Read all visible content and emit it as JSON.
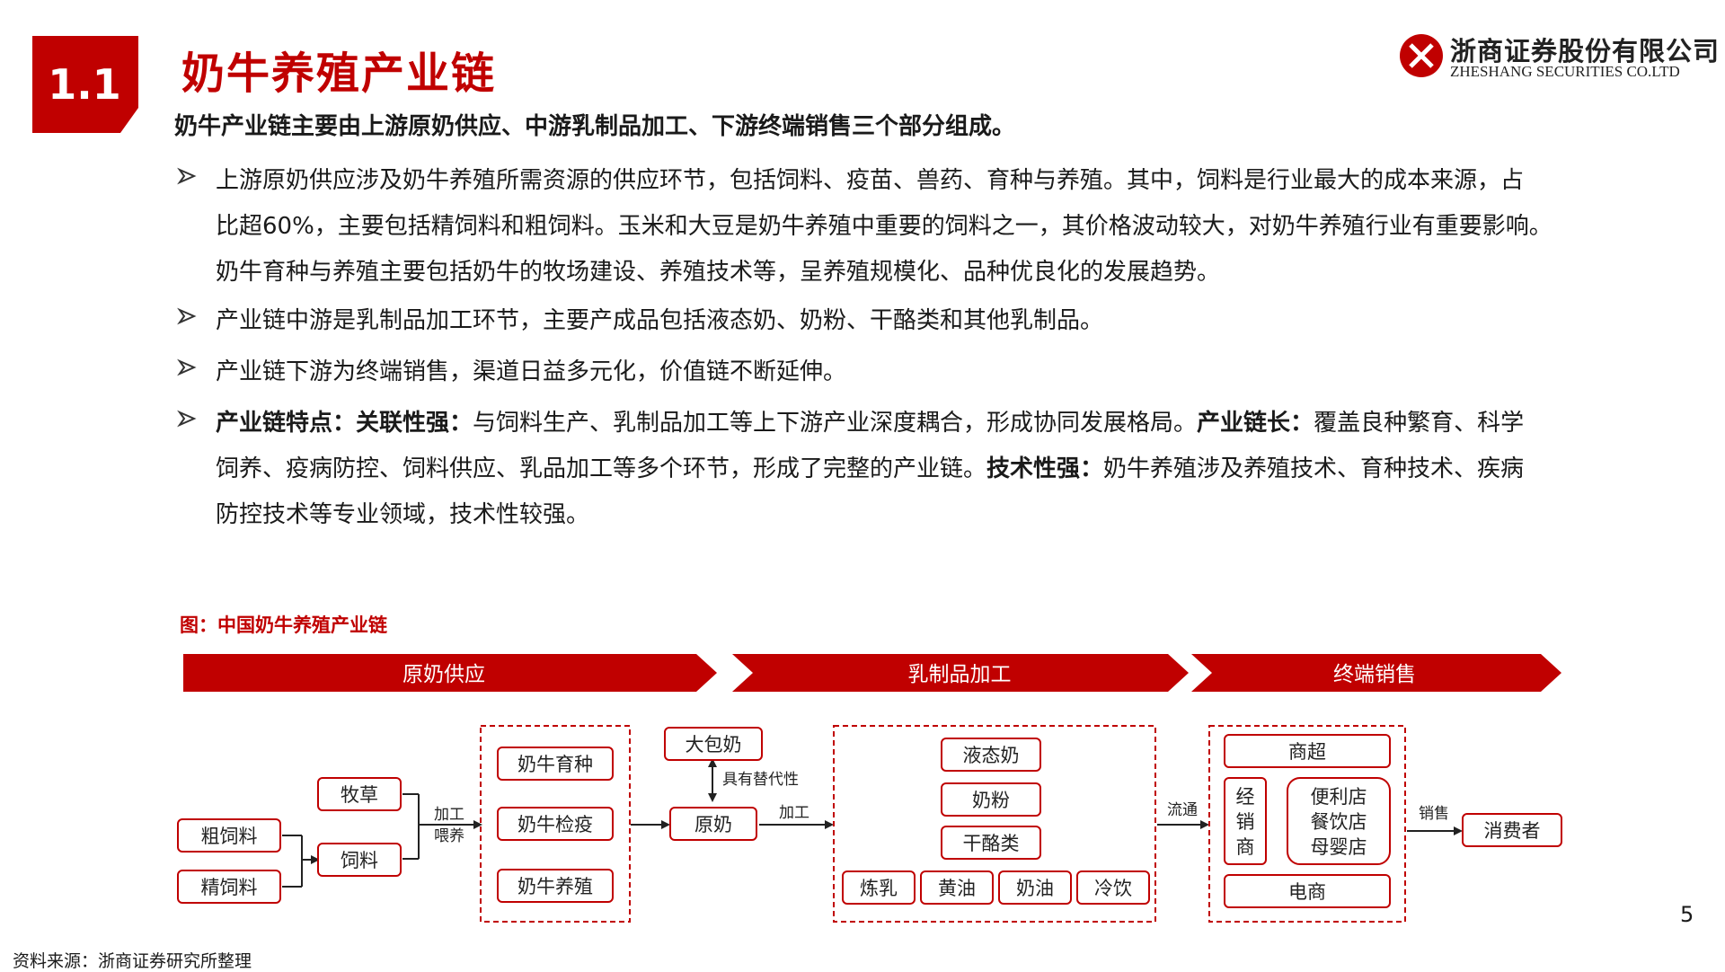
{
  "header": {
    "section_number": "1.1",
    "title": "奶牛养殖产业链",
    "logo": {
      "name_cn": "浙商证券股份有限公司",
      "name_en": "ZHESHANG SECURITIES CO.LTD"
    }
  },
  "intro": "奶牛产业链主要由上游原奶供应、中游乳制品加工、下游终端销售三个部分组成。",
  "bullets": [
    {
      "lines": [
        "上游原奶供应涉及奶牛养殖所需资源的供应环节，包括饲料、疫苗、兽药、育种与养殖。其中，饲料是行业最大的成本来源，占",
        "比超60%，主要包括精饲料和粗饲料。玉米和大豆是奶牛养殖中重要的饲料之一，其价格波动较大，对奶牛养殖行业有重要影响。",
        "奶牛育种与养殖主要包括奶牛的牧场建设、养殖技术等，呈养殖规模化、品种优良化的发展趋势。"
      ]
    },
    {
      "lines": [
        "产业链中游是乳制品加工环节，主要产成品包括液态奶、奶粉、干酪类和其他乳制品。"
      ]
    },
    {
      "lines": [
        "产业链下游为终端销售，渠道日益多元化，价值链不断延伸。"
      ]
    },
    {
      "features": {
        "heading": "产业链特点：",
        "f1_label": "关联性强：",
        "f1_text": "与饲料生产、乳制品加工等上下游产业深度耦合，形成协同发展格局。",
        "f2_label": "产业链长：",
        "f2_text_a": "覆盖良种繁育、科学",
        "f2_text_b": "饲养、疫病防控、饲料供应、乳品加工等多个环节，形成了完整的产业链。",
        "f3_label": "技术性强：",
        "f3_text_a": "奶牛养殖涉及养殖技术、育种技术、疾病",
        "f3_text_b": "防控技术等专业领域，技术性较强。"
      }
    }
  ],
  "figure": {
    "title": "图：中国奶牛养殖产业链",
    "stages": [
      "原奶供应",
      "乳制品加工",
      "终端销售"
    ],
    "feed": {
      "coarse": "粗饲料",
      "fine": "精饲料",
      "forage": "牧草",
      "feed": "饲料"
    },
    "edge_labels": {
      "process_1": "加工",
      "raise": "喂养",
      "substitute": "具有替代性",
      "process_2": "加工",
      "circulation": "流通",
      "sales": "销售"
    },
    "farming": [
      "奶牛育种",
      "奶牛检疫",
      "奶牛养殖"
    ],
    "bulk_milk": "大包奶",
    "raw_milk": "原奶",
    "products": [
      "液态奶",
      "奶粉",
      "干酪类"
    ],
    "products_row": [
      "炼乳",
      "黄油",
      "奶油",
      "冷饮"
    ],
    "channels": {
      "supermarket": "商超",
      "distributor": [
        "经",
        "销",
        "商"
      ],
      "stores": [
        "便利店",
        "餐饮店",
        "母婴店"
      ],
      "ecommerce": "电商"
    },
    "consumer": "消费者"
  },
  "source": "资料来源：浙商证券研究所整理",
  "page_number": "5",
  "colors": {
    "brand_red": "#c00000",
    "text": "#1a1a1a"
  },
  "icons": [
    "arrow-right-bullet-icon",
    "zheshang-logo-icon"
  ]
}
